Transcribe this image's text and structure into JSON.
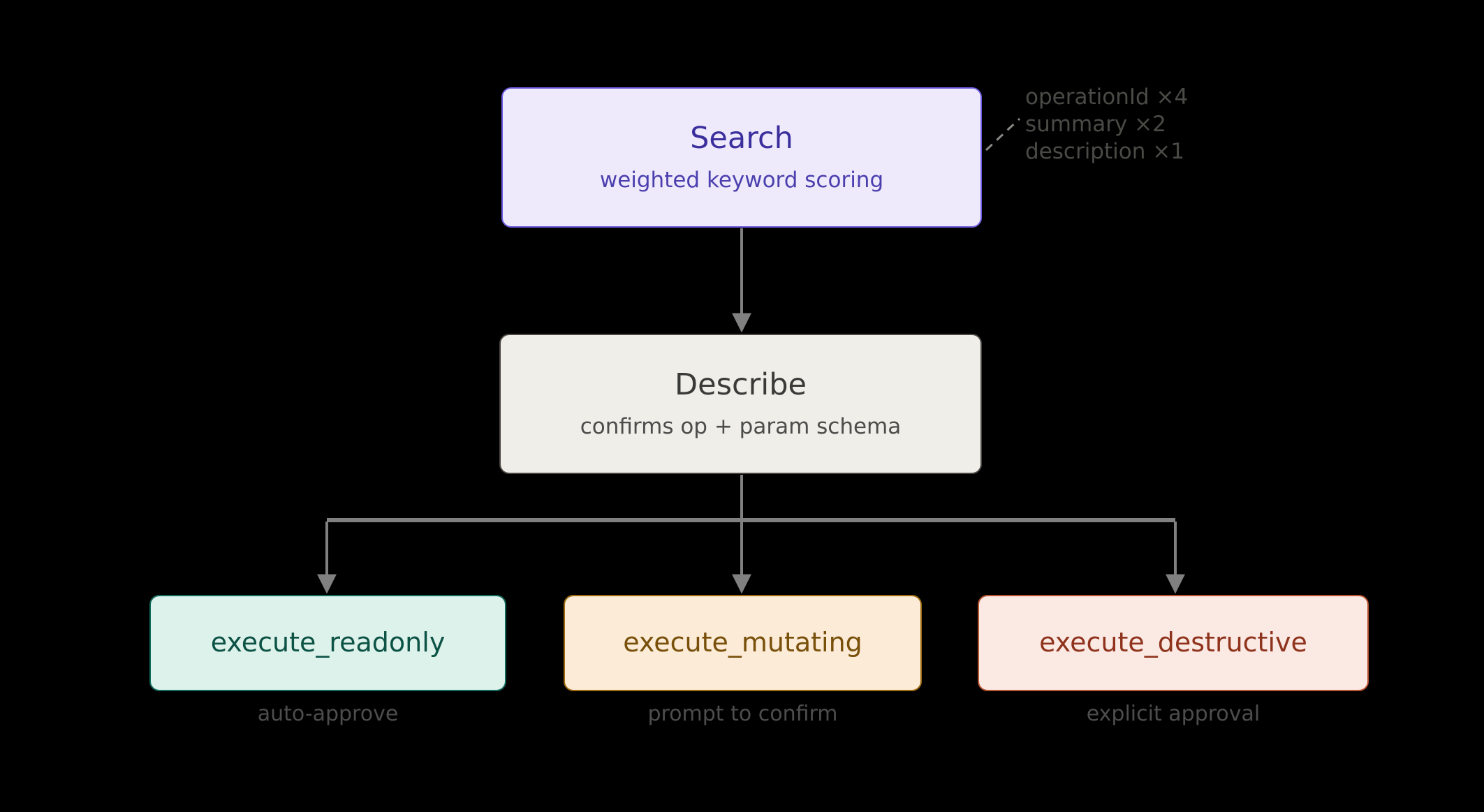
{
  "diagram": {
    "background_color": "#000000",
    "nodes": [
      {
        "id": "search",
        "title": "Search",
        "subtitle": "weighted keyword scoring",
        "fill": "#eeeafc",
        "stroke": "#6c5ce0",
        "text_color": "#3b2f9e"
      },
      {
        "id": "describe",
        "title": "Describe",
        "subtitle": "confirms op + param schema",
        "fill": "#efeee8",
        "stroke": "#4b4844",
        "text_color": "#3a3a38"
      },
      {
        "id": "readonly",
        "title": "execute_readonly",
        "caption": "auto-approve",
        "fill": "#ddf2ea",
        "stroke": "#11695b",
        "text_color": "#0c5346"
      },
      {
        "id": "mutating",
        "title": "execute_mutating",
        "caption": "prompt to confirm",
        "fill": "#fcebd7",
        "stroke": "#9c6a0f",
        "text_color": "#78500a"
      },
      {
        "id": "destructive",
        "title": "execute_destructive",
        "caption": "explicit approval",
        "fill": "#fbe9e4",
        "stroke": "#b5522f",
        "text_color": "#8f331c"
      }
    ],
    "annotation": {
      "lines": [
        "operationId ×4",
        "summary ×2",
        "description ×1"
      ],
      "color": "#4a4a46"
    },
    "edges": {
      "color": "#808080",
      "connections": [
        {
          "from": "search",
          "to": "describe"
        },
        {
          "from": "describe",
          "to": "readonly"
        },
        {
          "from": "describe",
          "to": "mutating"
        },
        {
          "from": "describe",
          "to": "destructive"
        }
      ]
    }
  }
}
